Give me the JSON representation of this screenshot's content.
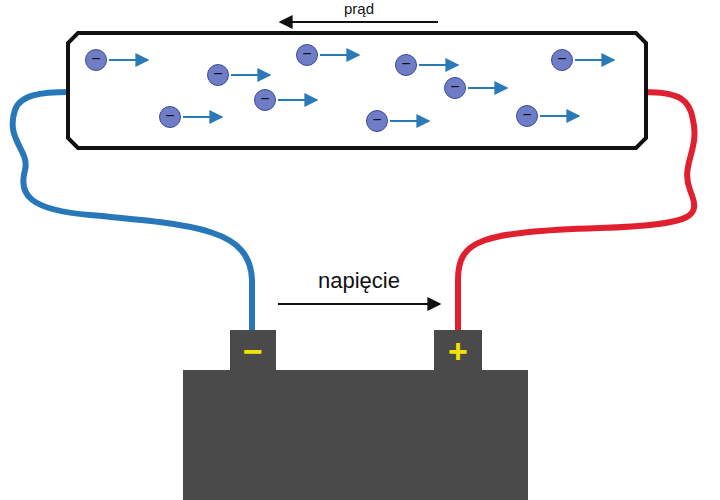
{
  "diagram": {
    "nodes": [
      {
        "text": [
          "−"
        ]
      },
      {
        "text": [
          "−"
        ]
      },
      {
        "text": [
          "−"
        ]
      },
      {
        "text": [
          "−"
        ]
      },
      {
        "text": [
          "−"
        ]
      },
      {
        "text": [
          "−"
        ]
      },
      {
        "text": [
          "−"
        ]
      },
      {
        "text": [
          "−"
        ]
      },
      {
        "text": [
          "−"
        ]
      },
      {
        "text": [
          "−"
        ]
      },
      {
        "text": [
          "−"
        ]
      },
      {
        "text": [
          "+"
        ]
      }
    ],
    "labels": [
      "prąd",
      "napięcie"
    ]
  }
}
